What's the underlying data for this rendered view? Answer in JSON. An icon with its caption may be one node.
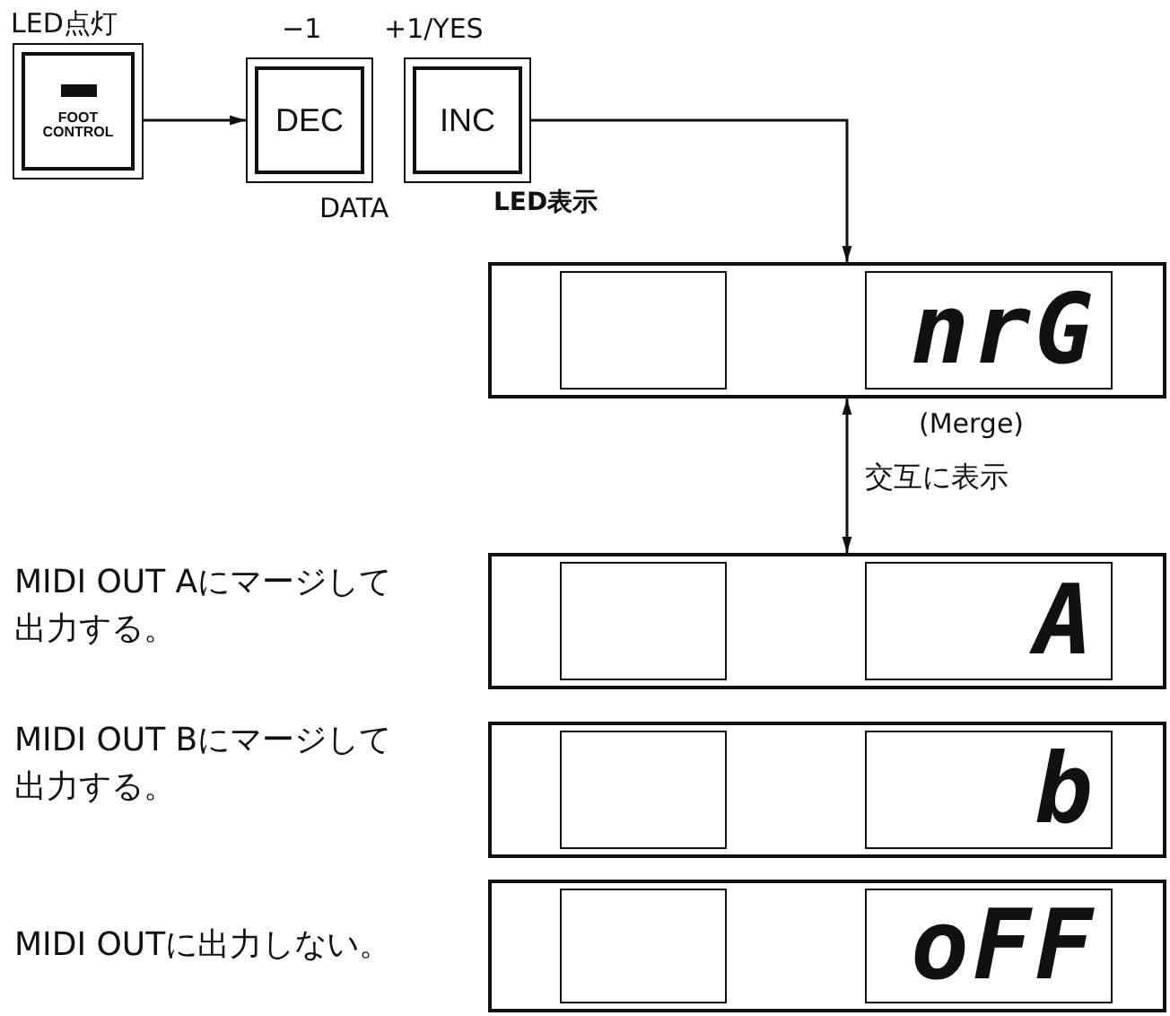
{
  "diagram": {
    "nodes": [
      {
        "text": [
          "FOOT CONTROL"
        ],
        "beside": [
          "LED点灯"
        ]
      },
      {
        "text": [
          "DEC"
        ],
        "beside": [
          "−1"
        ]
      },
      {
        "text": [
          "INC"
        ],
        "beside": [
          "+1/YES"
        ]
      },
      {
        "text": [
          "nrG"
        ],
        "beside": [
          "(Merge)"
        ]
      },
      {
        "text": [],
        "shape": "box",
        "in": 3
      },
      {
        "text": [
          "A"
        ],
        "beside": [
          "MIDI OUT Aにマージして出力する。"
        ]
      },
      {
        "text": [],
        "shape": "box",
        "in": 5
      },
      {
        "text": [
          "b"
        ],
        "beside": [
          "MIDI OUT Bにマージして出力する。"
        ]
      },
      {
        "text": [],
        "shape": "box",
        "in": 7
      },
      {
        "text": [
          "oFF"
        ],
        "beside": [
          "MIDI OUTに出力しない。"
        ]
      },
      {
        "text": [],
        "shape": "box",
        "in": 9
      }
    ],
    "edges": [
      {
        "from": 0,
        "to": 1,
        "arrow": "to"
      },
      {
        "from": 2,
        "to": 3,
        "arrow": "to"
      },
      {
        "from": 3,
        "to": 5,
        "arrow": "both",
        "label": "交互に表示"
      }
    ],
    "labels": [
      "DATA",
      "LED表示"
    ]
  }
}
